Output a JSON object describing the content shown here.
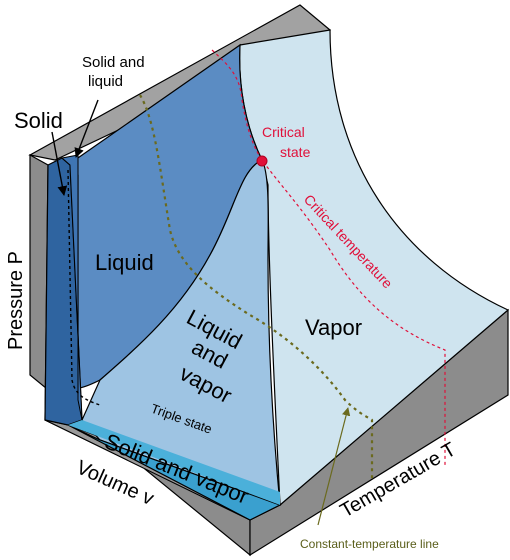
{
  "labels": {
    "solid": "Solid",
    "solid_and_liquid_1": "Solid and",
    "solid_and_liquid_2": "liquid",
    "liquid": "Liquid",
    "liquid_vapor_1": "Liquid",
    "liquid_vapor_2": "and",
    "liquid_vapor_3": "vapor",
    "vapor": "Vapor",
    "critical_state_1": "Critical",
    "critical_state_2": "state",
    "critical_temperature": "Critical temperature",
    "triple_state": "Triple state",
    "solid_and_vapor": "Solid and vapor",
    "pressure_axis": "Pressure   P",
    "volume_axis": "Volume   v",
    "temperature_axis": "Temperature  T",
    "constant_temperature_line": "Constant-temperature line"
  },
  "colors": {
    "side_gray": "#8c8c8c",
    "top_gray": "#a2a2a2",
    "liquid_blue": "#5b8cc3",
    "solid_blue": "#2f64a0",
    "liquid_vapor_blue": "#9ec4e3",
    "vapor_blue": "#cfe4ef",
    "solid_vapor_blue": "#3aa0cf",
    "critical_red": "#e0103a",
    "isotherm_olive": "#6b6a1e"
  }
}
